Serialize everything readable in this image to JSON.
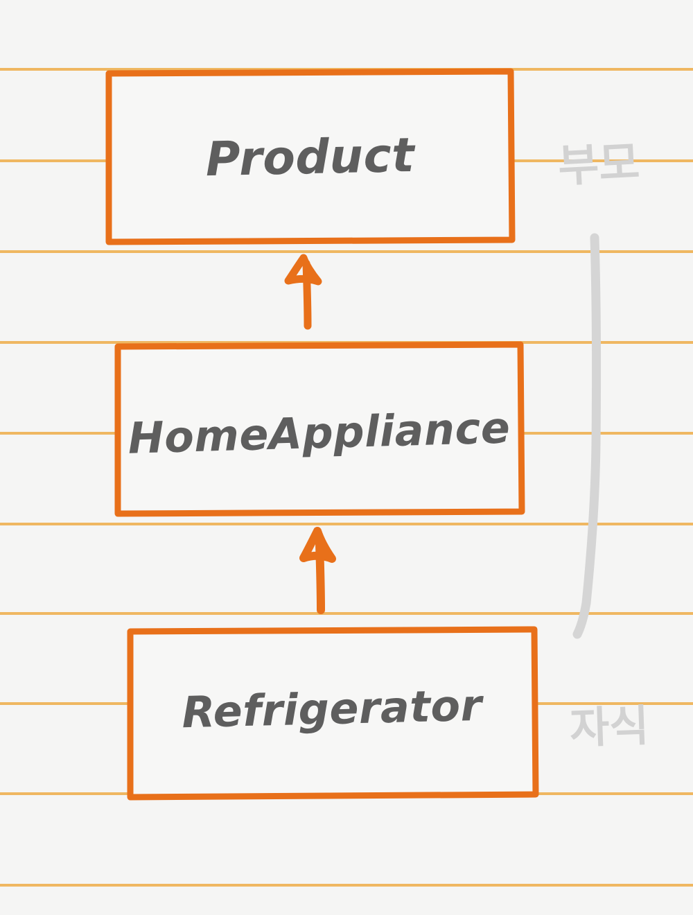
{
  "diagram": {
    "type": "uml-inheritance",
    "title": "Product inheritance hierarchy",
    "style": "hand-drawn sketch on ruled notebook paper",
    "colors": {
      "background": "#F5F5F4",
      "rule_line": "#EFB761",
      "box_stroke": "#E8701A",
      "box_fill": "#F7F7F6",
      "label_text": "#5E5E5E",
      "annotation_text": "#D2D2D2",
      "brace_curve": "#D5D5D5"
    },
    "nodes": [
      {
        "id": "product",
        "label": "Product",
        "level": 0,
        "role": "parent"
      },
      {
        "id": "homeappliance",
        "label": "HomeAppliance",
        "level": 1,
        "role": "intermediate"
      },
      {
        "id": "refrigerator",
        "label": "Refrigerator",
        "level": 2,
        "role": "child"
      }
    ],
    "edges": [
      {
        "id": "edge-homeappliance-product",
        "from": "homeappliance",
        "to": "product",
        "kind": "generalization",
        "direction": "up"
      },
      {
        "id": "edge-refrigerator-homeappliance",
        "from": "refrigerator",
        "to": "homeappliance",
        "kind": "generalization",
        "direction": "up"
      }
    ],
    "annotations": [
      {
        "id": "parent-note",
        "text": "부모",
        "meaning": "parent",
        "position": "top-right"
      },
      {
        "id": "child-note",
        "text": "자식",
        "meaning": "child",
        "position": "bottom-right"
      }
    ],
    "rule_lines": {
      "count": 10,
      "spacing": 131,
      "y_positions": [
        98,
        230,
        361,
        492,
        623,
        754,
        883,
        1013,
        1143,
        1275
      ]
    }
  }
}
